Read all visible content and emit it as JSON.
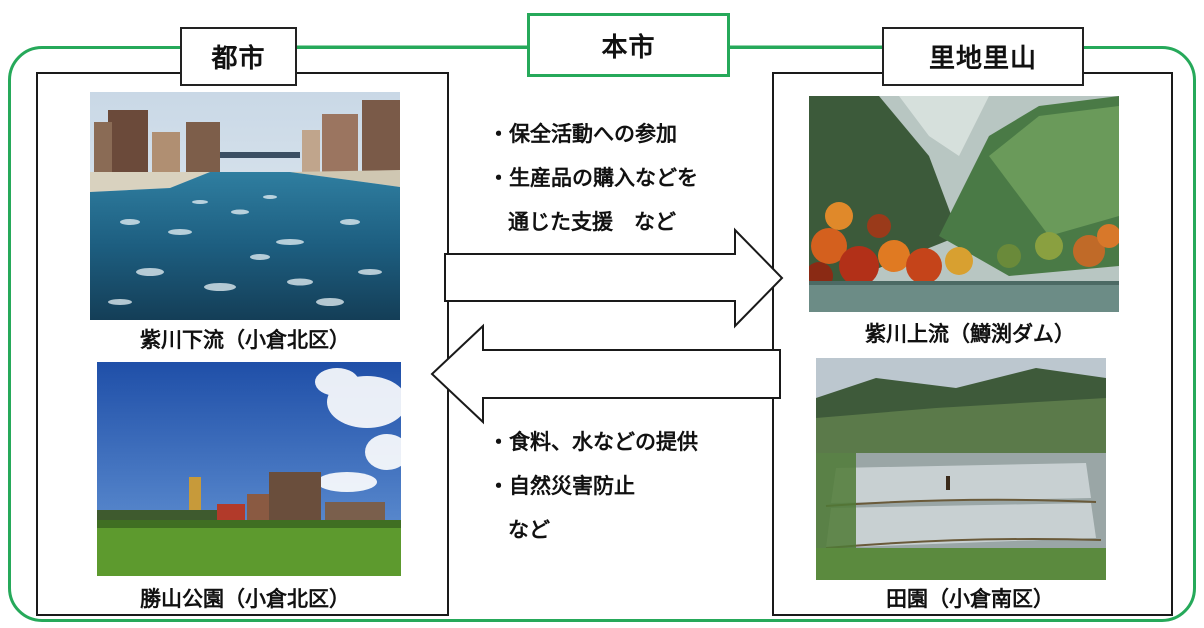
{
  "titles": {
    "city": "都市",
    "honshi": "本市",
    "satochi_satoyama": "里地里山"
  },
  "photos": {
    "murasaki_lower": {
      "caption": "紫川下流（小倉北区）"
    },
    "katsuyama_park": {
      "caption": "勝山公園（小倉北区）"
    },
    "murasaki_upper": {
      "caption": "紫川上流（鱒渕ダム）"
    },
    "rural_fields": {
      "caption": "田園（小倉南区）"
    }
  },
  "flow_to_satoyama": {
    "lines": [
      "・保全活動への参加",
      "・生産品の購入などを",
      "通じた支援　など"
    ]
  },
  "flow_to_city": {
    "lines": [
      "・食料、水などの提供",
      "・自然災害防止",
      "など"
    ]
  },
  "colors": {
    "frame_green": "#26a95a",
    "border_black": "#1a1a1a"
  }
}
